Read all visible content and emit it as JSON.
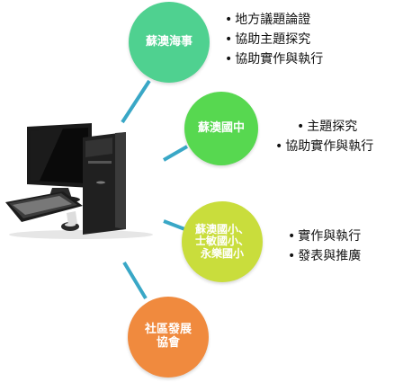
{
  "colors": {
    "green_dark": "#4fd190",
    "green": "#57d850",
    "lime": "#c9dd3c",
    "orange": "#f08a3e",
    "connector": "#39a7c6"
  },
  "nodes": [
    {
      "label_lines": [
        "蘇澳海事"
      ],
      "bullets": [
        "地方議題論證",
        "協助主題探究",
        "協助實作與執行"
      ]
    },
    {
      "label_lines": [
        "蘇澳國中"
      ],
      "bullets": [
        "主題探究",
        "協助實作與執行"
      ]
    },
    {
      "label_lines": [
        "蘇澳國小、",
        "士敏國小、",
        "永樂國小"
      ],
      "bullets": [
        "實作與執行",
        "發表與推廣"
      ]
    },
    {
      "label_lines": [
        "社區發展",
        "協會"
      ],
      "bullets": []
    }
  ],
  "illustration": {
    "icon": "desktop-computer-icon"
  }
}
